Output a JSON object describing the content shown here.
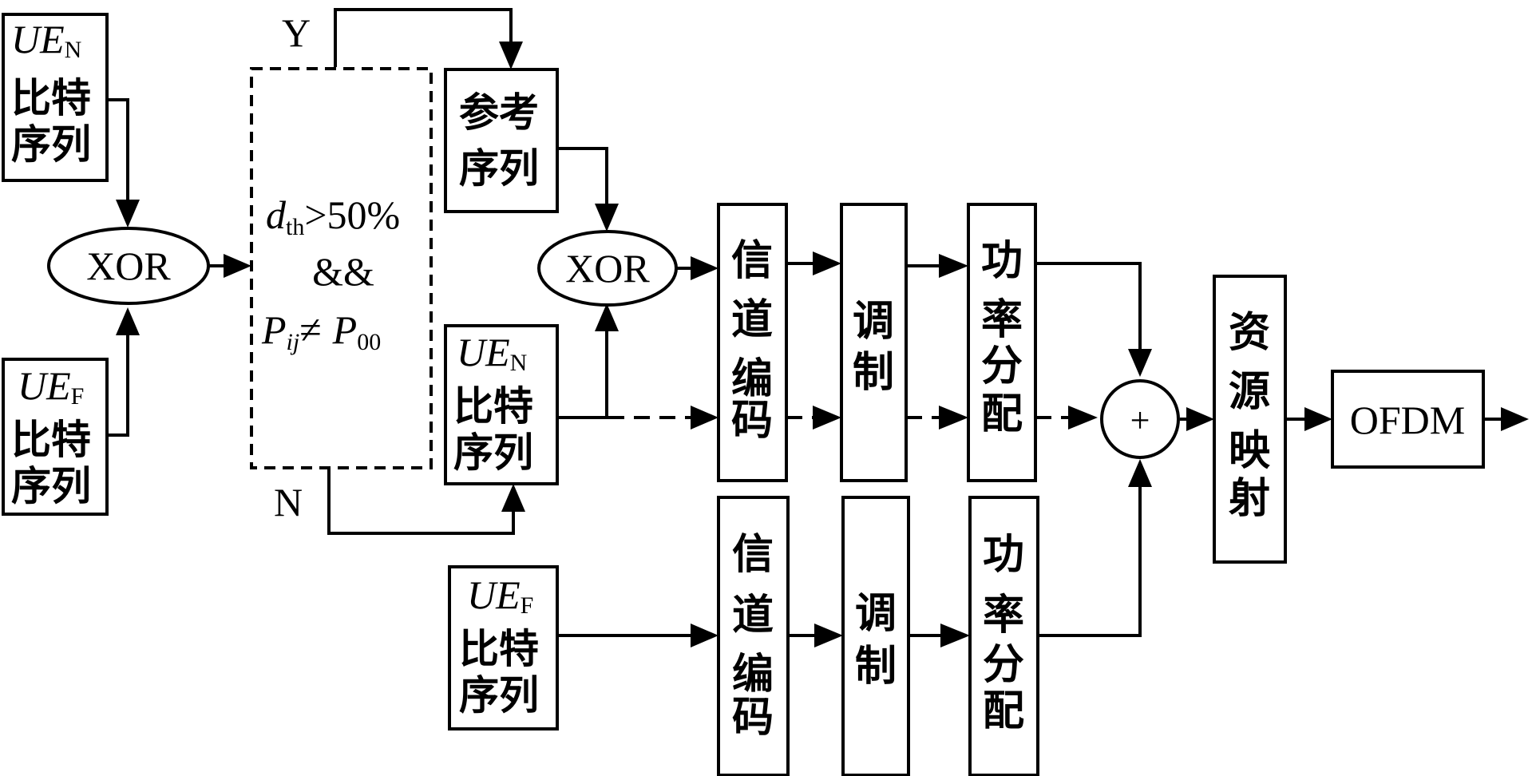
{
  "ue_n_label": {
    "main": "UE",
    "sub": "N"
  },
  "ue_f_label": {
    "main": "UE",
    "sub": "F"
  },
  "bit_sequence": [
    "比特",
    "序列"
  ],
  "reference_sequence": [
    "参考",
    "序列"
  ],
  "xor_label": "XOR",
  "condition": {
    "d_main": "d",
    "d_sub": "th",
    "threshold": ">50%",
    "and_op": "&&",
    "p_main": "P",
    "p_sub": "ij",
    "neq": "≠",
    "p2_main": "P",
    "p2_sub": "00"
  },
  "branch_yes": "Y",
  "branch_no": "N",
  "channel_coding": [
    "信",
    "道",
    "编",
    "码"
  ],
  "modulation": [
    "调",
    "制"
  ],
  "power_allocation": [
    "功",
    "率",
    "分",
    "配"
  ],
  "adder_symbol": "+",
  "resource_mapping": [
    "资",
    "源",
    "映",
    "射"
  ],
  "ofdm_label": "OFDM"
}
